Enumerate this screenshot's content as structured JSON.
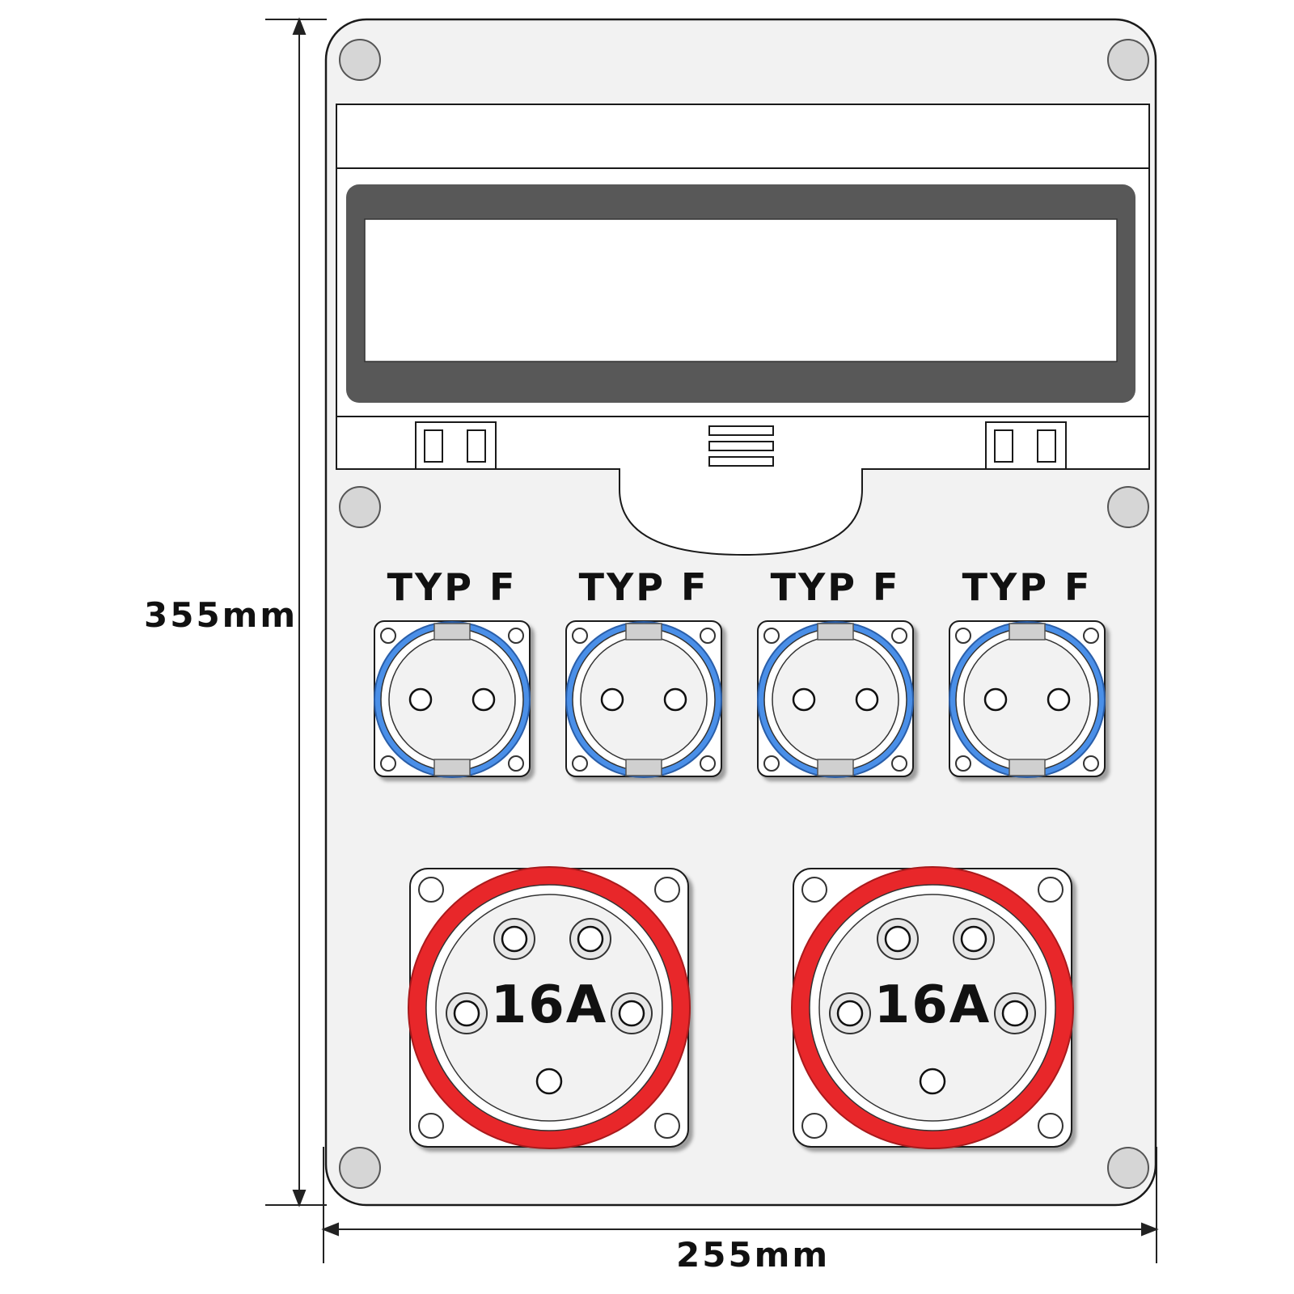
{
  "dimensions": {
    "height_label": "355mm",
    "width_label": "255mm"
  },
  "schuko_sockets": [
    {
      "label": "TYP F"
    },
    {
      "label": "TYP F"
    },
    {
      "label": "TYP F"
    },
    {
      "label": "TYP F"
    }
  ],
  "cee_sockets": [
    {
      "label": "16A"
    },
    {
      "label": "16A"
    }
  ],
  "colors": {
    "panel": "#f2f2f2",
    "outline": "#1a1a1a",
    "display_frame": "#585858",
    "schuko_ring": "#4a8fe8",
    "cee_ring": "#e8272a",
    "mount_hole": "#d6d6d6"
  }
}
